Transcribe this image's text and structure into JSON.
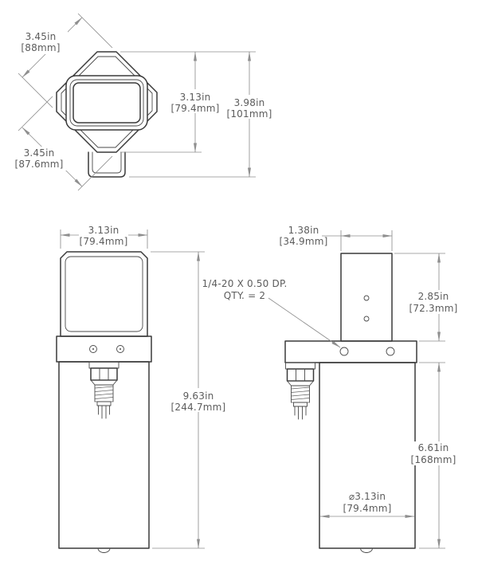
{
  "colors": {
    "background": "#ffffff",
    "object_line": "#3a3a3a",
    "dimension_line": "#8f8f8f",
    "dimension_text": "#5c5c5c"
  },
  "views": {
    "top": {
      "dims": {
        "across_flats_upper": {
          "in": "3.45in",
          "mm": "[88mm]"
        },
        "across_flats_lower": {
          "in": "3.45in",
          "mm": "[87.6mm]"
        },
        "housing_height": {
          "in": "3.13in",
          "mm": "[79.4mm]"
        },
        "overall_height": {
          "in": "3.98in",
          "mm": "[101mm]"
        }
      }
    },
    "front": {
      "dims": {
        "head_width": {
          "in": "3.13in",
          "mm": "[79.4mm]"
        },
        "overall_height": {
          "in": "9.63in",
          "mm": "[244.7mm]"
        }
      }
    },
    "side": {
      "dims": {
        "head_depth": {
          "in": "1.38in",
          "mm": "[34.9mm]"
        },
        "upper_height": {
          "in": "2.85in",
          "mm": "[72.3mm]"
        },
        "body_height": {
          "in": "6.61in",
          "mm": "[168mm]"
        },
        "body_diameter": {
          "in": "⌀3.13in",
          "mm": "[79.4mm]"
        }
      },
      "note": {
        "line1": "1/4-20 X 0.50 DP.",
        "line2": "QTY. = 2"
      }
    }
  }
}
